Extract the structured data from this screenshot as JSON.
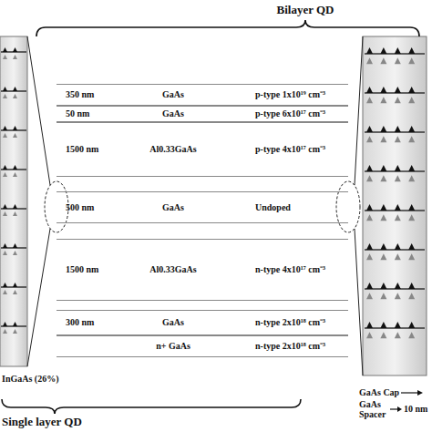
{
  "diagram": {
    "nodes": [
      {
        "text": [
          "350 nm",
          "GaAs",
          "p-type 1x10¹⁹ cm⁻³"
        ]
      },
      {
        "text": [
          "50 nm",
          "GaAs",
          "p-type 6x10¹⁷ cm⁻³"
        ]
      },
      {
        "text": [
          "1500 nm",
          "Al0.33GaAs",
          "p-type 4x10¹⁷ cm⁻³"
        ]
      },
      {
        "text": [
          "500 nm",
          "GaAs",
          "Undoped"
        ]
      },
      {
        "text": [
          "1500 nm",
          "Al0.33GaAs",
          "n-type 4x10¹⁷ cm⁻³"
        ]
      },
      {
        "text": [
          "300 nm",
          "GaAs",
          "n-type 2x10¹⁸ cm⁻³"
        ]
      },
      {
        "text": [
          "n+ GaAs",
          "n-type 2x10¹⁸ cm⁻³"
        ]
      }
    ],
    "labels": [
      "Bilayer QD",
      "Single layer QD",
      "InGaAs (26%)",
      "GaAs Cap",
      "GaAs Spacer",
      "10 nm"
    ]
  }
}
